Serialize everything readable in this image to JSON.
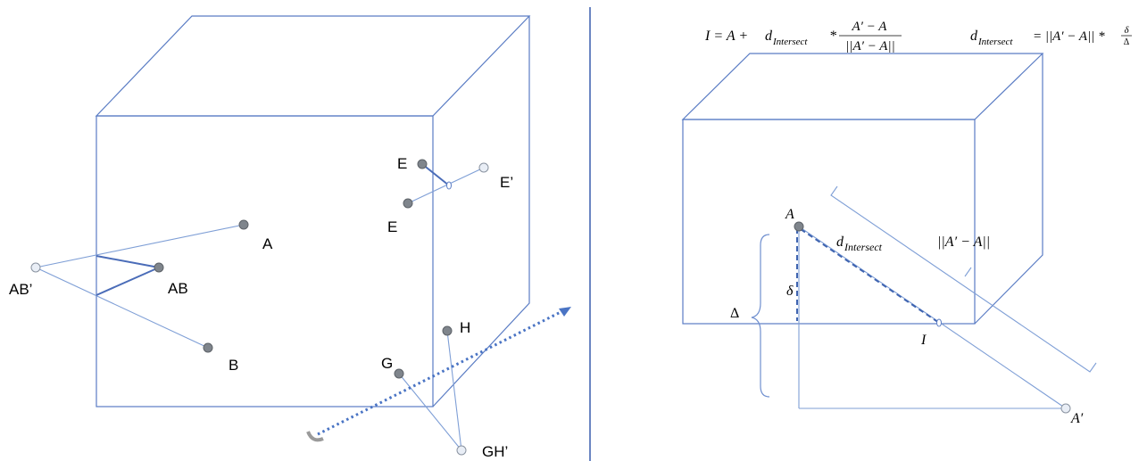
{
  "left_panel": {
    "points": {
      "A": "A",
      "B": "B",
      "AB": "AB",
      "AB_prime": "AB’",
      "E_upper": "E",
      "E_lower": "E",
      "E_prime": "E’",
      "G": "G",
      "H": "H",
      "GH_prime": "GH’"
    }
  },
  "right_panel": {
    "formula_I": {
      "lhs": "I = A +",
      "d": "d",
      "d_sub": "Intersect",
      "times": "*",
      "numerator": "A′ − A",
      "denominator": "||A′ − A||"
    },
    "formula_d": {
      "d": "d",
      "d_sub": "Intersect",
      "rhs": "= ||A′ − A|| *",
      "num": "δ",
      "den": "Δ"
    },
    "labels": {
      "A": "A",
      "A_prime": "A′",
      "I": "I",
      "delta_small": "δ",
      "delta_big": "Δ",
      "d_main": "d",
      "d_sub": "Intersect",
      "norm": "||A′ − A||"
    }
  },
  "colors": {
    "edge": "#5a7cc4",
    "divider": "#3a5fae",
    "point_fill": "#7f858c",
    "open_point_fill": "#e9eef6"
  }
}
